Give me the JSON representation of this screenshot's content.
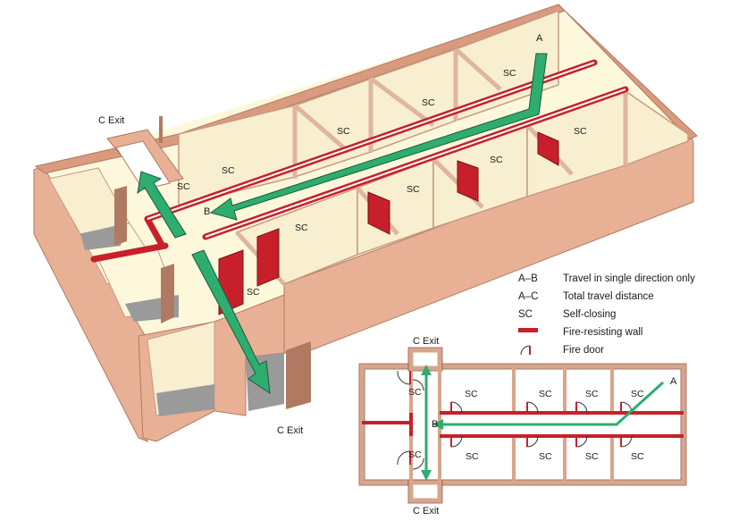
{
  "labels": {
    "exit_top_3d": "C Exit",
    "exit_bottom_3d": "C Exit",
    "point_a_3d": "A",
    "point_b_3d": "B",
    "exit_plan_top": "C Exit",
    "exit_plan_bottom": "C Exit",
    "point_a_plan": "A",
    "point_b_plan": "B",
    "sc": "SC"
  },
  "legend": {
    "items": [
      {
        "key": "A–B",
        "desc": "Travel in single direction only"
      },
      {
        "key": "A–C",
        "desc": "Total travel distance"
      },
      {
        "key": "SC",
        "desc": "Self-closing"
      },
      {
        "key": "",
        "desc": "Fire-resisting wall",
        "symbol": "fire-resisting-wall"
      },
      {
        "key": "",
        "desc": "Fire door",
        "symbol": "fire-door"
      }
    ]
  },
  "colors": {
    "wall_outer": "#e8b195",
    "wall_top": "#d99a7e",
    "floor": "#fdf8dc",
    "room_wall": "#f7efd0",
    "fire_wall": "#c8202a",
    "arrow_green": "#2ead6e",
    "door_brown": "#b07a62",
    "plan_wall": "#d8a58c",
    "gray_floor": "#9a9a9a"
  }
}
